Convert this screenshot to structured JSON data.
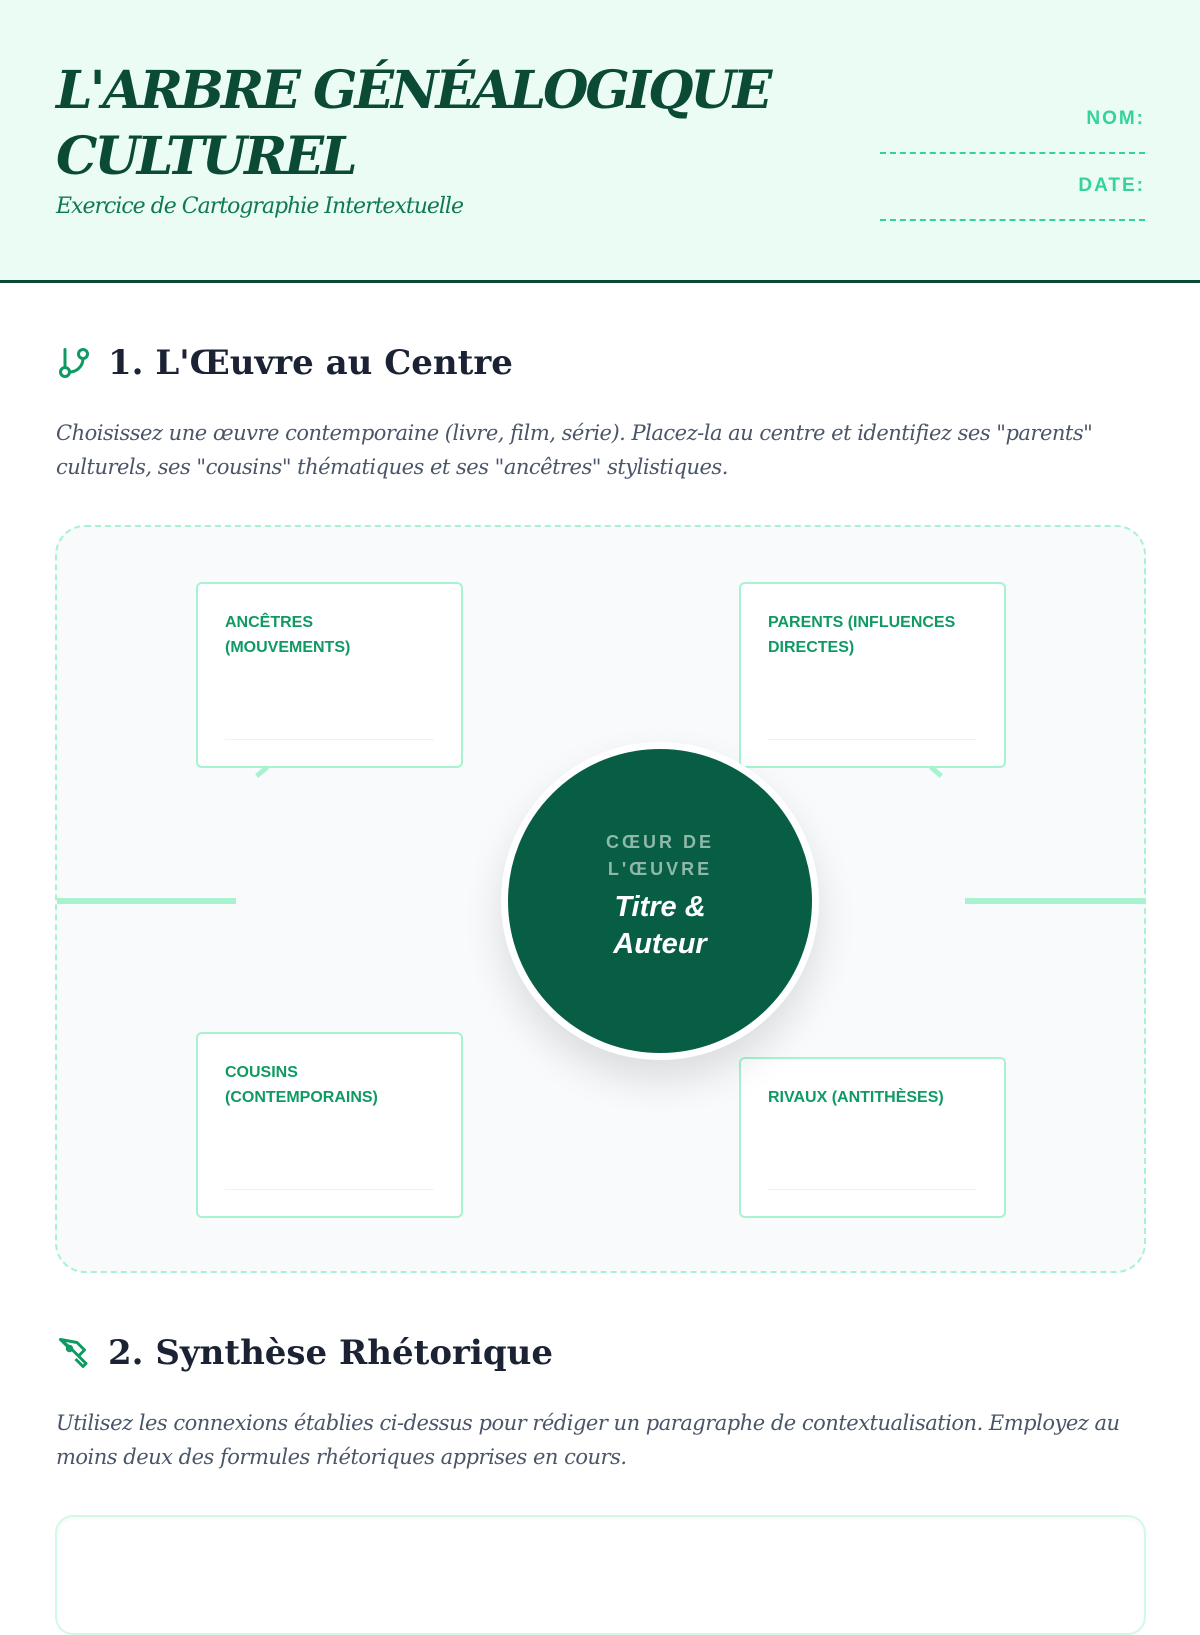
{
  "header": {
    "title": "L'ARBRE GÉNÉALOGIQUE CULTUREL",
    "subtitle": "Exercice de Cartographie Intertextuelle",
    "name_label": "NOM:",
    "date_label": "DATE:"
  },
  "section1": {
    "heading": "1. L'Œuvre au Centre",
    "icon": "git-branch-icon",
    "description": "Choisissez une œuvre contemporaine (livre, film, série). Placez-la au centre et identifiez ses \"parents\" culturels, ses \"cousins\" thématiques et ses \"ancêtres\" stylistiques.",
    "center": {
      "label": "CŒUR DE L'ŒUVRE",
      "placeholder": "Titre & Auteur"
    },
    "cards": [
      {
        "label": "ANCÊTRES (MOUVEMENTS)"
      },
      {
        "label": "PARENTS (INFLUENCES DIRECTES)"
      },
      {
        "label": "COUSINS (CONTEMPORAINS)"
      },
      {
        "label": "RIVAUX (ANTITHÈSES)"
      }
    ]
  },
  "section2": {
    "heading": "2. Synthèse Rhétorique",
    "icon": "pen-tool-icon",
    "description": "Utilisez les connexions établies ci-dessus pour rédiger un paragraphe de contextualisation. Employez au moins deux des formules rhétoriques apprises en cours."
  },
  "colors": {
    "primary": "#075e45",
    "accent": "#34d399",
    "light": "#a7f3d0"
  }
}
